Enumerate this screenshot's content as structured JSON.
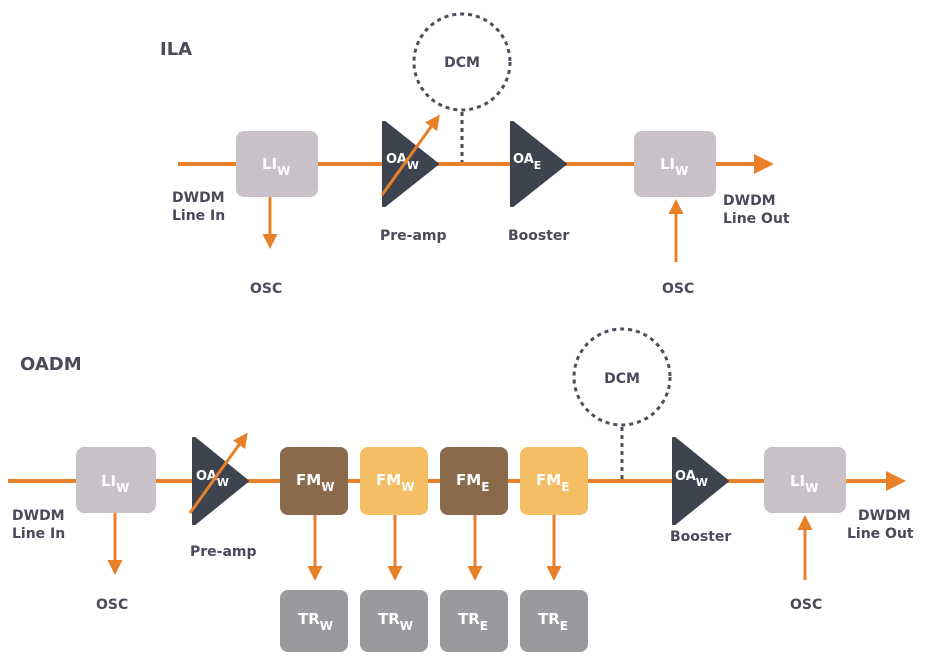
{
  "colors": {
    "line": "#E8802A",
    "li_box": "#C8C2C8",
    "amp": "#3E4350",
    "fm_dark": "#8B6A4B",
    "fm_light": "#F4BE64",
    "tr_box": "#9A9A9E",
    "dcm_stroke": "#4A4F5C",
    "text": "#4A4A5A"
  },
  "ila": {
    "title": "ILA",
    "line_in_1": "DWDM",
    "line_in_2": "Line In",
    "line_out_1": "DWDM",
    "line_out_2": "Line Out",
    "li_in": {
      "main": "LI",
      "sub": "W"
    },
    "li_out": {
      "main": "LI",
      "sub": "W"
    },
    "osc_left": "OSC",
    "osc_right": "OSC",
    "preamp": {
      "main": "OA",
      "sub": "W",
      "label": "Pre-amp"
    },
    "booster": {
      "main": "OA",
      "sub": "E",
      "label": "Booster"
    },
    "dcm": "DCM"
  },
  "oadm": {
    "title": "OADM",
    "line_in_1": "DWDM",
    "line_in_2": "Line In",
    "line_out_1": "DWDM",
    "line_out_2": "Line Out",
    "li_in": {
      "main": "LI",
      "sub": "W"
    },
    "li_out": {
      "main": "LI",
      "sub": "W"
    },
    "osc_left": "OSC",
    "osc_right": "OSC",
    "preamp": {
      "main": "OA",
      "sub": "W",
      "label": "Pre-amp"
    },
    "booster": {
      "main": "OA",
      "sub": "W",
      "label": "Booster"
    },
    "dcm": "DCM",
    "fm": [
      {
        "main": "FM",
        "sub": "W"
      },
      {
        "main": "FM",
        "sub": "W"
      },
      {
        "main": "FM",
        "sub": "E"
      },
      {
        "main": "FM",
        "sub": "E"
      }
    ],
    "tr": [
      {
        "main": "TR",
        "sub": "W"
      },
      {
        "main": "TR",
        "sub": "W"
      },
      {
        "main": "TR",
        "sub": "E"
      },
      {
        "main": "TR",
        "sub": "E"
      }
    ]
  }
}
